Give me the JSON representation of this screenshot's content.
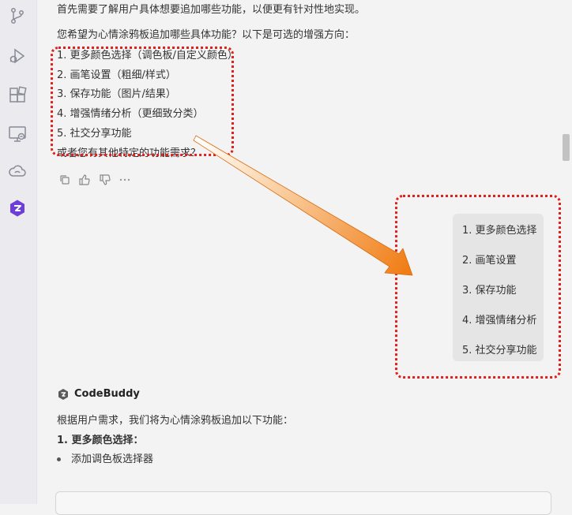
{
  "sidebar": {
    "icons": [
      "source-control-icon",
      "run-debug-icon",
      "extensions-icon",
      "remote-explorer-icon",
      "cloud-icon",
      "codebuddy-icon"
    ]
  },
  "message": {
    "intro": "首先需要了解用户具体想要追加哪些功能，以便更有针对性地实现。",
    "question": "您希望为心情涂鸦板追加哪些具体功能？以下是可选的增强方向：",
    "options": [
      "1. 更多颜色选择（调色板/自定义颜色）",
      "2. 画笔设置（粗细/样式）",
      "3. 保存功能（图片/结果）",
      "4. 增强情绪分析（更细致分类）",
      "5. 社交分享功能"
    ],
    "closing": "或者您有其他特定的功能需求？"
  },
  "actions": [
    "copy-icon",
    "thumbs-up-icon",
    "thumbs-down-icon",
    "more-icon"
  ],
  "user_reply": {
    "items": [
      "1. 更多颜色选择",
      "2. 画笔设置",
      "3. 保存功能",
      "4. 增强情绪分析",
      "5. 社交分享功能"
    ]
  },
  "assistant": {
    "name": "CodeBuddy",
    "intro": "根据用户需求，我们将为心情涂鸦板追加以下功能：",
    "item1": "1. 更多颜色选择：",
    "bullet1": "添加调色板选择器"
  },
  "colors": {
    "annotation_red": "#e0201c",
    "arrow_orange": "#f07a10",
    "brand_purple": "#6c3fd6"
  }
}
